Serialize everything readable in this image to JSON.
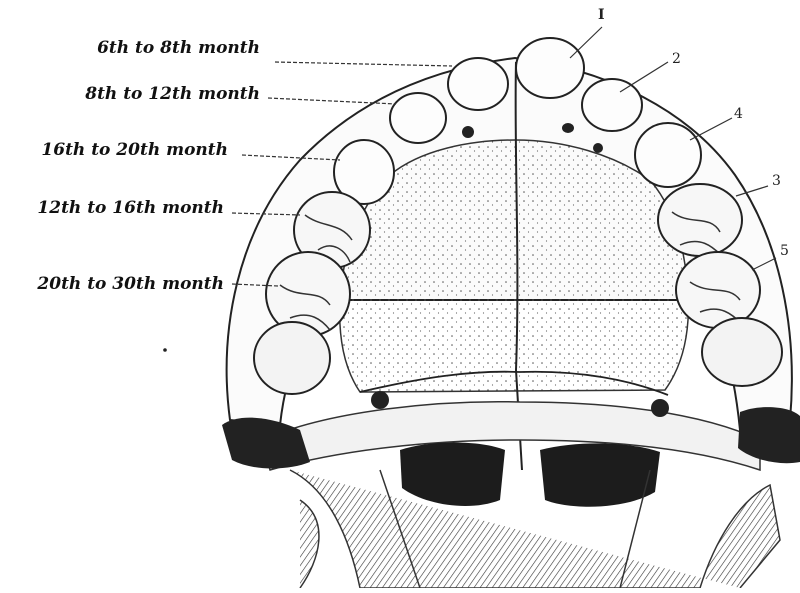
{
  "labels": {
    "l1": "6th to 8th month",
    "l2": "8th to 12th month",
    "l3": "16th to 20th month",
    "l4": "12th to 16th month",
    "l5": "20th to 30th month"
  },
  "numbers": {
    "n1": "I",
    "n2": "2",
    "n3": "4",
    "n4": "3",
    "n5": "5"
  }
}
